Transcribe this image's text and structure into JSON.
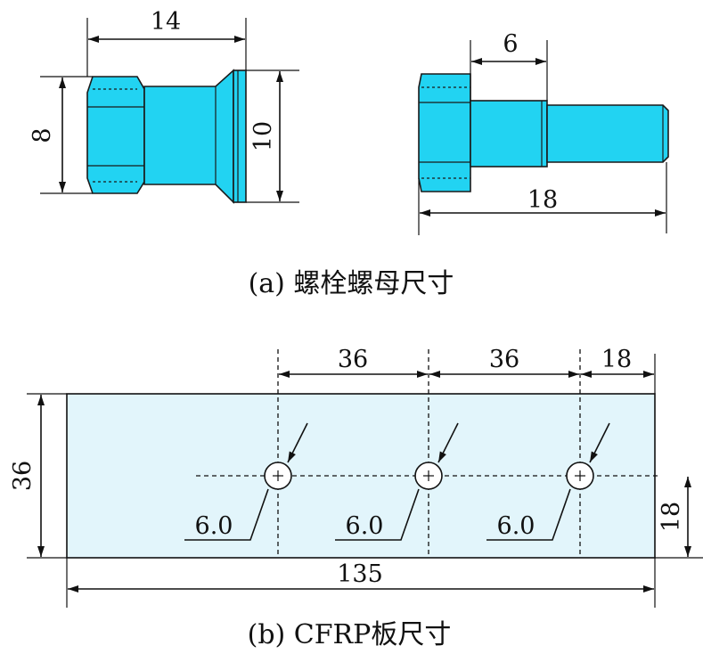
{
  "figure_a": {
    "nut": {
      "length": "14",
      "hex_height": "8",
      "flange_height": "10"
    },
    "bolt": {
      "shank_length": "6",
      "total_length": "18"
    },
    "caption": "(a) 螺栓螺母尺寸"
  },
  "figure_b": {
    "spacing_1": "36",
    "spacing_2": "36",
    "edge_distance": "18",
    "plate_width": "36",
    "hole_offset": "18",
    "plate_length": "135",
    "hole_diameters": [
      "6.0",
      "6.0",
      "6.0"
    ],
    "caption": "(b) CFRP板尺寸"
  },
  "colors": {
    "part_fill": "#22d3f2",
    "plate_fill": "#e2f5fb",
    "line": "#111111"
  }
}
